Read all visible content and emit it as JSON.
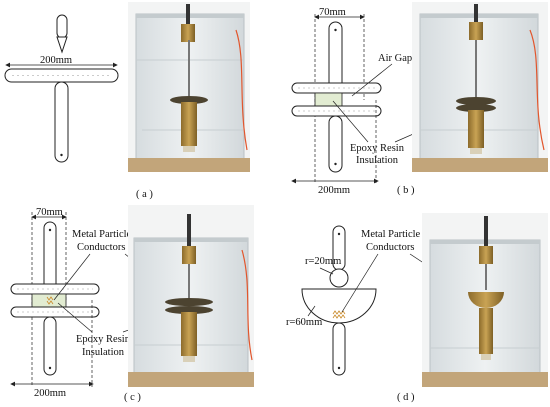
{
  "panels": {
    "a": {
      "caption": "( a )",
      "dimension": "200mm"
    },
    "b": {
      "caption": "( b )",
      "dim_top": "70mm",
      "dim_bottom": "200mm",
      "label_gap": "Air Gap",
      "label_resin_1": "Epoxy Resin",
      "label_resin_2": "Insulation"
    },
    "c": {
      "caption": "( c )",
      "dim_top": "70mm",
      "dim_bottom": "200mm",
      "label_particle_1": "Metal Particle",
      "label_particle_2": "Conductors",
      "label_resin_1": "Epoxy Resin",
      "label_resin_2": "Insulation"
    },
    "d": {
      "caption": "( d )",
      "label_r1": "r=20mm",
      "label_r2": "r=60mm",
      "label_particle_1": "Metal Particle",
      "label_particle_2": "Conductors"
    }
  },
  "colors": {
    "resin": "#e2ecd2",
    "line": "#222222",
    "photo_bg": "#e8ecee",
    "brass": "#b08a3a"
  }
}
